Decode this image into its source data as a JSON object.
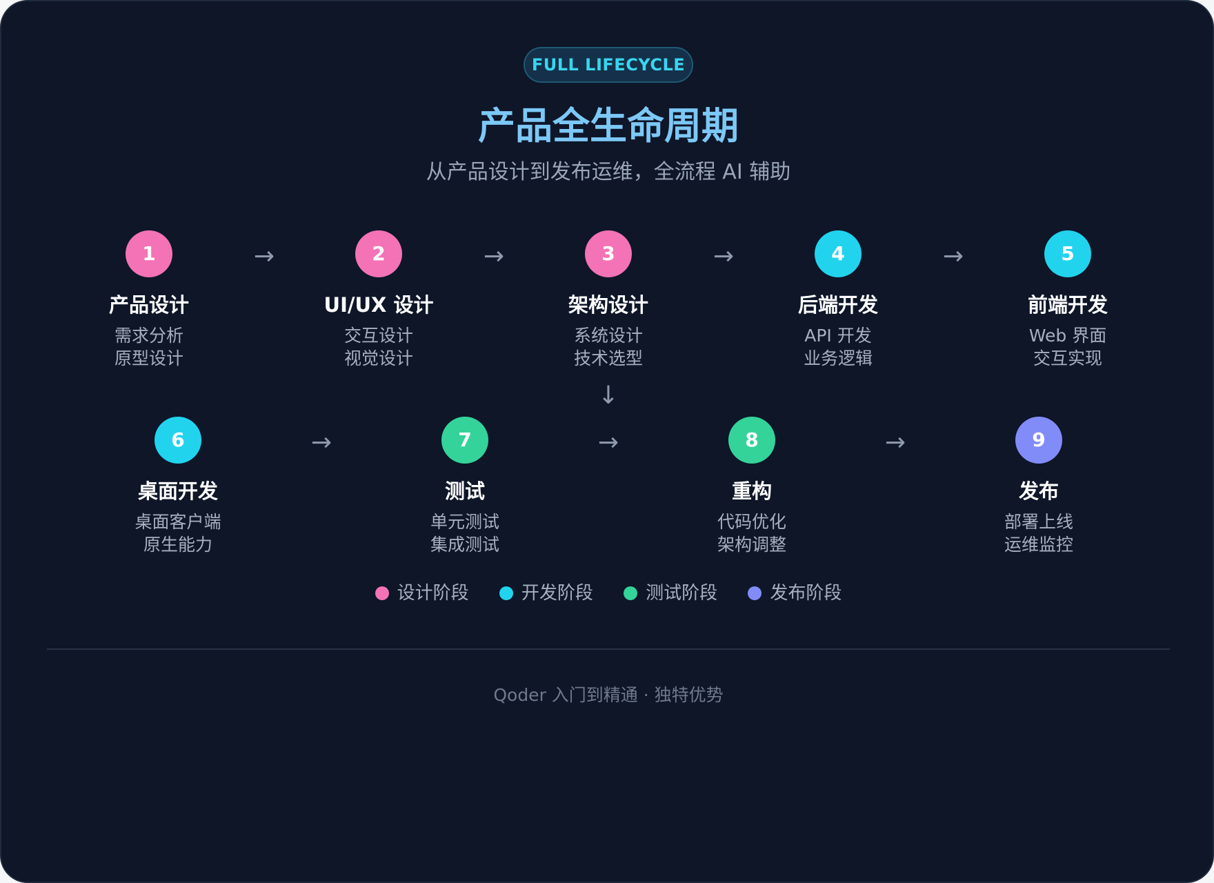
{
  "badge": "FULL LIFECYCLE",
  "title": "产品全生命周期",
  "subtitle": "从产品设计到发布运维，全流程 AI 辅助",
  "colors": {
    "background": "#0e1628",
    "design": "#f472b6",
    "develop": "#22d3ee",
    "test": "#34d399",
    "release": "#818cf8",
    "title": "#7cc8f6",
    "badge_text": "#38d6ee"
  },
  "steps": [
    {
      "number": "1",
      "title": "产品设计",
      "desc1": "需求分析",
      "desc2": "原型设计",
      "phase": "design"
    },
    {
      "number": "2",
      "title": "UI/UX 设计",
      "desc1": "交互设计",
      "desc2": "视觉设计",
      "phase": "design"
    },
    {
      "number": "3",
      "title": "架构设计",
      "desc1": "系统设计",
      "desc2": "技术选型",
      "phase": "design"
    },
    {
      "number": "4",
      "title": "后端开发",
      "desc1": "API 开发",
      "desc2": "业务逻辑",
      "phase": "develop"
    },
    {
      "number": "5",
      "title": "前端开发",
      "desc1": "Web 界面",
      "desc2": "交互实现",
      "phase": "develop"
    },
    {
      "number": "6",
      "title": "桌面开发",
      "desc1": "桌面客户端",
      "desc2": "原生能力",
      "phase": "develop"
    },
    {
      "number": "7",
      "title": "测试",
      "desc1": "单元测试",
      "desc2": "集成测试",
      "phase": "test"
    },
    {
      "number": "8",
      "title": "重构",
      "desc1": "代码优化",
      "desc2": "架构调整",
      "phase": "test"
    },
    {
      "number": "9",
      "title": "发布",
      "desc1": "部署上线",
      "desc2": "运维监控",
      "phase": "release"
    }
  ],
  "arrows": {
    "right": "→",
    "down": "↓"
  },
  "legend": [
    {
      "label": "设计阶段",
      "phase": "design"
    },
    {
      "label": "开发阶段",
      "phase": "develop"
    },
    {
      "label": "测试阶段",
      "phase": "test"
    },
    {
      "label": "发布阶段",
      "phase": "release"
    }
  ],
  "footer": "Qoder 入门到精通 · 独特优势"
}
